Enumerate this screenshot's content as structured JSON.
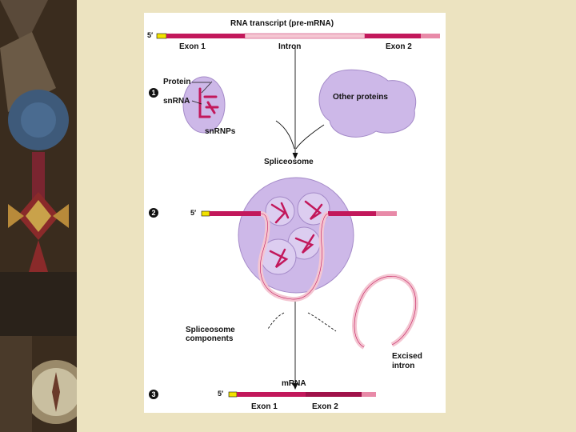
{
  "side_image": {
    "description_icon": "medal-photo"
  },
  "figure": {
    "title": "RNA transcript (pre-mRNA)",
    "five_prime": "5′",
    "labels": {
      "exon1": "Exon 1",
      "intron": "Intron",
      "exon2": "Exon 2",
      "protein": "Protein",
      "snrna": "snRNA",
      "snrnps": "snRNPs",
      "other_proteins": "Other proteins",
      "spliceosome": "Spliceosome",
      "spliceosome_components_1": "Spliceosome",
      "spliceosome_components_2": "components",
      "excised_1": "Excised",
      "excised_2": "intron",
      "mrna": "mRNA",
      "exon1_bottom": "Exon 1",
      "exon2_bottom": "Exon 2"
    },
    "steps": [
      "1",
      "2",
      "3"
    ],
    "colors": {
      "exon": "#c2185b",
      "cap": "#f2e200",
      "intron": "#f4c6d2",
      "blob": "#cdb8e8"
    }
  }
}
